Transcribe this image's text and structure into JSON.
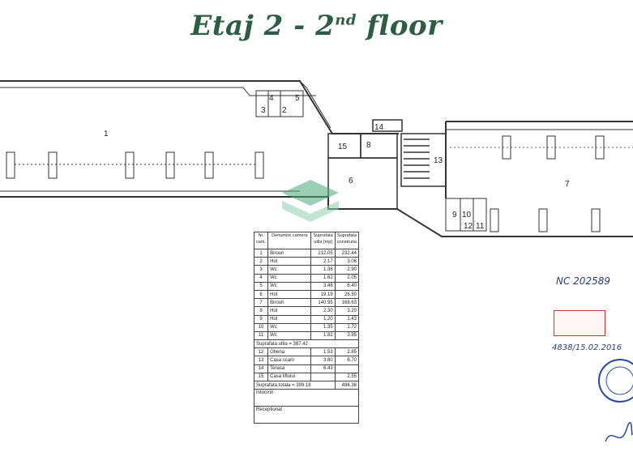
{
  "title": {
    "main": "Etaj 2 - 2",
    "sup": "nd",
    "rest": " floor"
  },
  "rooms": [
    "1",
    "2",
    "3",
    "4",
    "5",
    "6",
    "7",
    "8",
    "9",
    "10",
    "11",
    "12",
    "13",
    "14",
    "15"
  ],
  "table": {
    "headers": [
      "Nr. cam.",
      "Denumire camera",
      "Suprafata utila [mp]",
      "Suprafata construita"
    ],
    "rows": [
      [
        "1",
        "Birouri",
        "212.05",
        "232.44"
      ],
      [
        "2",
        "Hol",
        "2.17",
        "3.06"
      ],
      [
        "3",
        "Wc",
        "1.36",
        "2.90"
      ],
      [
        "4",
        "Wc",
        "1.62",
        "2.05"
      ],
      [
        "5",
        "Wc",
        "3.46",
        "6.40"
      ],
      [
        "6",
        "Hol",
        "19.19",
        "26.50"
      ],
      [
        "7",
        "Birouri",
        "140.95",
        "168.63"
      ],
      [
        "8",
        "Hol",
        "2.30",
        "3.20"
      ],
      [
        "9",
        "Hol",
        "1.20",
        "1.43"
      ],
      [
        "10",
        "Wc",
        "1.35",
        "1.72"
      ],
      [
        "11",
        "Wc",
        "1.82",
        "3.95"
      ]
    ],
    "subtotal": "Suprafata utila = 387.42",
    "rows2": [
      [
        "12",
        "Ghena",
        "1.53",
        "2.85"
      ],
      [
        "13",
        "Casa scarii",
        "3.80",
        "6.70"
      ],
      [
        "14",
        "Terasa",
        "6.43",
        ""
      ],
      [
        "15",
        "Casa liftului",
        "",
        "2.55"
      ]
    ],
    "total_label": "Suprafata totala = 399.18",
    "total_constructed": "484.38",
    "intocmit": "Intocmit",
    "receptionat": "Receptionat"
  },
  "handwriting": {
    "nc": "NC 202589",
    "ref": "4838/15.02.2016"
  },
  "colors": {
    "title": "#2f5d43",
    "lines": "#333333",
    "stamp": "#cc3333",
    "ink": "#2a3d7a",
    "watermark": "#3a9a6a"
  }
}
